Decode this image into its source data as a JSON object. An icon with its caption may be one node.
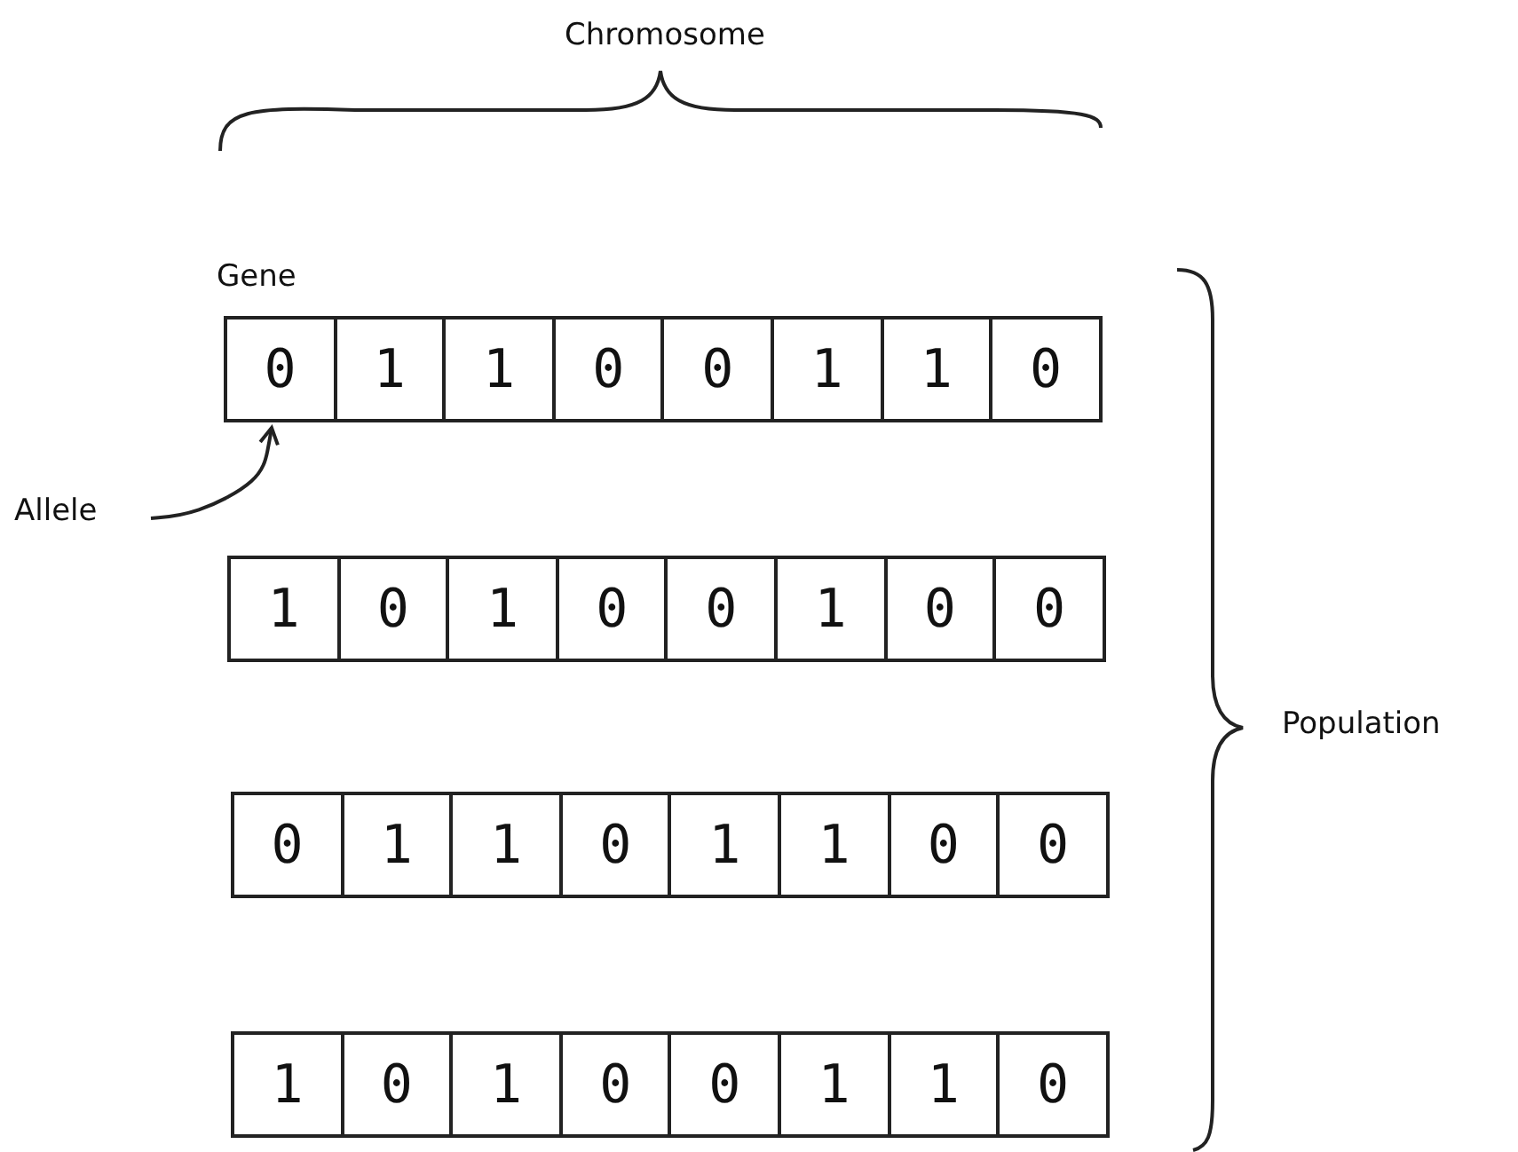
{
  "diagram": {
    "nodes": [
      {
        "text": [
          "0"
        ]
      },
      {
        "text": [
          "1"
        ]
      },
      {
        "text": [
          "1"
        ]
      },
      {
        "text": [
          "0"
        ]
      },
      {
        "text": [
          "0"
        ]
      },
      {
        "text": [
          "1"
        ]
      },
      {
        "text": [
          "1"
        ]
      },
      {
        "text": [
          "0"
        ]
      },
      {
        "text": [
          "Allele"
        ]
      },
      {
        "text": [
          "1"
        ]
      },
      {
        "text": [
          "0"
        ]
      },
      {
        "text": [
          "1"
        ]
      },
      {
        "text": [
          "0"
        ]
      },
      {
        "text": [
          "0"
        ]
      },
      {
        "text": [
          "1"
        ]
      },
      {
        "text": [
          "0"
        ]
      },
      {
        "text": [
          "0"
        ]
      },
      {
        "text": [
          "0"
        ]
      },
      {
        "text": [
          "1"
        ]
      },
      {
        "text": [
          "1"
        ]
      },
      {
        "text": [
          "0"
        ]
      },
      {
        "text": [
          "1"
        ]
      },
      {
        "text": [
          "1"
        ]
      },
      {
        "text": [
          "0"
        ]
      },
      {
        "text": [
          "0"
        ]
      },
      {
        "text": [
          "1"
        ]
      },
      {
        "text": [
          "0"
        ]
      },
      {
        "text": [
          "1"
        ]
      },
      {
        "text": [
          "0"
        ]
      },
      {
        "text": [
          "0"
        ]
      },
      {
        "text": [
          "1"
        ]
      },
      {
        "text": [
          "1"
        ]
      },
      {
        "text": [
          "0"
        ]
      }
    ],
    "edges": [
      {
        "from": 8,
        "to": 0,
        "arrow": "to"
      }
    ],
    "labels": [
      "Chromosome",
      "Gene",
      "Population"
    ]
  }
}
